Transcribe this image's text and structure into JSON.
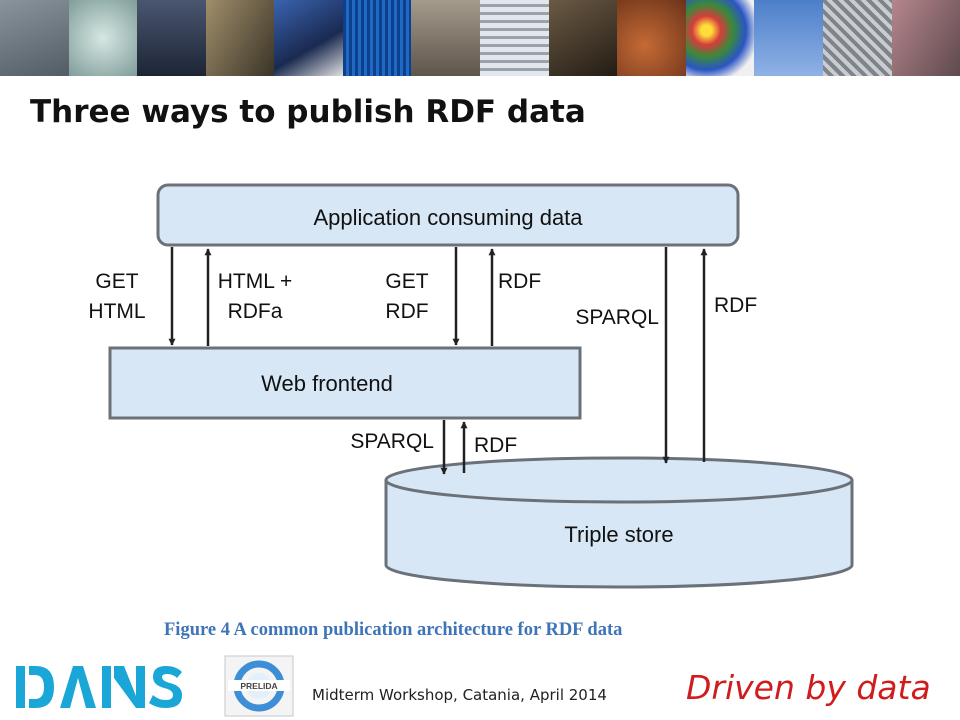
{
  "slide": {
    "title": "Three ways to publish RDF data",
    "banner_colors": [
      "#6f7880",
      "#9fb7b3",
      "#2e3748",
      "#58503f",
      "#2a3c6b",
      "#153a7a",
      "#867d72",
      "#b8bcc1",
      "#3d3328",
      "#9d5b35",
      "#c85a4d",
      "#6a8fc4",
      "#a5a9ad",
      "#8b6d73"
    ]
  },
  "diagram": {
    "boxes": {
      "app": "Application consuming data",
      "web": "Web frontend",
      "store": "Triple store"
    },
    "labels": {
      "get_html": [
        "GET",
        "HTML"
      ],
      "html_rdfa": [
        "HTML +",
        "RDFa"
      ],
      "get_rdf": [
        "GET",
        "RDF"
      ],
      "rdf_web": "RDF",
      "sparql_direct": "SPARQL",
      "rdf_direct": "RDF",
      "sparql_store": "SPARQL",
      "rdf_store": "RDF"
    },
    "caption": "Figure 4 A common publication architecture for RDF data",
    "box_fill": "#d8e7f6",
    "box_stroke": "#6b7178"
  },
  "footer": {
    "dans_logo": "DANS",
    "prelida_logo": "PRELIDA",
    "event": "Midterm Workshop, Catania, April 2014",
    "tagline": "Driven by data",
    "dans_color": "#1aa6d6",
    "tagline_color": "#d01c1c"
  }
}
